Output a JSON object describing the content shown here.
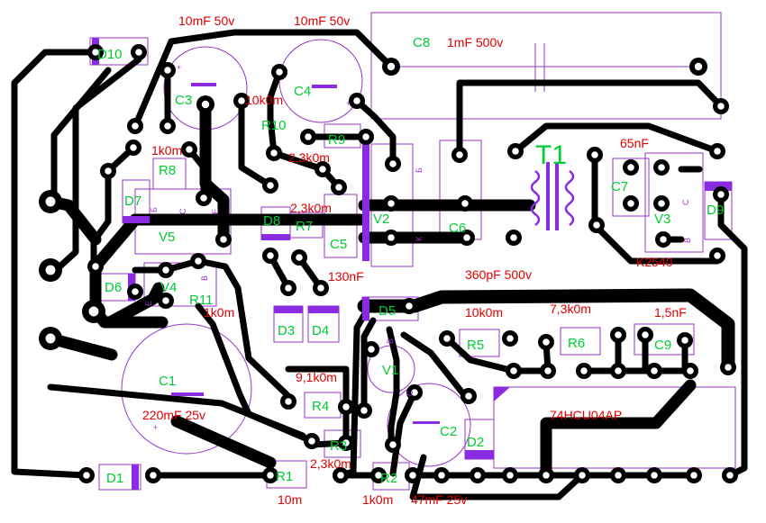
{
  "colors": {
    "background": "#ffffff",
    "trace": "#000000",
    "outline": "#9933cc",
    "designator": "#00cc33",
    "value": "#e00000",
    "diode_band": "#8a2be2"
  },
  "designators": {
    "D10": "D10",
    "C3": "C3",
    "C4": "C4",
    "R10": "R10",
    "R9": "R9",
    "C8": "C8",
    "R8": "R8",
    "D7": "D7",
    "D8": "D8",
    "R7": "R7",
    "C5": "C5",
    "V2": "V2",
    "C6": "C6",
    "T1": "T1",
    "C7": "C7",
    "V3": "V3",
    "D9": "D9",
    "V5": "V5",
    "D6": "D6",
    "V4": "V4",
    "R11": "R11",
    "D3": "D3",
    "D4": "D4",
    "D5": "D5",
    "R5": "R5",
    "R6": "R6",
    "C9": "C9",
    "C1": "C1",
    "V1": "V1",
    "R4": "R4",
    "R3": "R3",
    "C2": "C2",
    "D2": "D2",
    "D1": "D1",
    "R1": "R1",
    "R2": "R2"
  },
  "values": {
    "c3": "10mF 50v",
    "c4": "10mF 50v",
    "c8": "1mF 500v",
    "r10": "10k0m",
    "r9": "2,3k0m",
    "r8": "1k0m",
    "r7": "2,3k0m",
    "t1_cap": "65nF",
    "c5": "130nF",
    "c6": "360pF 500v",
    "v3": "K2540",
    "r11": "1k0m",
    "r5": "10k0m",
    "r6": "7,3k0m",
    "c9": "1,5nF",
    "r4": "9,1k0m",
    "ic": "74HCU04AP",
    "c1": "220mF 25v",
    "r3": "2,3k0m",
    "r1": "10m",
    "r2": "1k0m",
    "c2": "47mF 25v"
  },
  "pins": {
    "v2_b": "Б",
    "v2_k": "К",
    "v3_c": "С",
    "v3_b": "В",
    "v5_b": "Б",
    "v5_c": "С",
    "v5_e": "Е",
    "v4_e": "Е",
    "v4_b": "В",
    "v1_b": "В",
    "v1_c": "С"
  }
}
